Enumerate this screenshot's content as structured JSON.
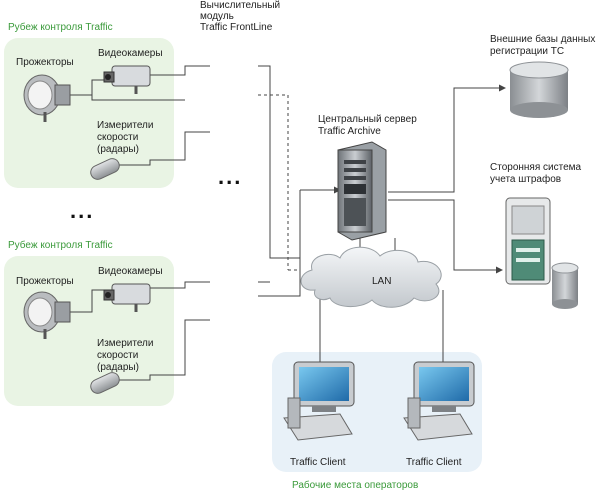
{
  "zones": [
    {
      "title": "Рубеж контроля Traffic"
    },
    {
      "title": "Рубеж контроля Traffic"
    }
  ],
  "devices": {
    "projectors": "Прожекторы",
    "cameras": "Видеокамеры",
    "radars_l1": "Измерители",
    "radars_l2": "скорости",
    "radars_l3": "(радары)"
  },
  "compute_module": {
    "l1": "Вычислительный",
    "l2": "модуль",
    "l3": "Traffic FrontLine"
  },
  "central_server": {
    "l1": "Центральный сервер",
    "l2": "Traffic Archive"
  },
  "external_db": {
    "l1": "Внешние базы данных",
    "l2": "регистрации ТС"
  },
  "fines_system": {
    "l1": "Сторонняя система",
    "l2": "учета штрафов"
  },
  "lan": "LAN",
  "clients": [
    "Traffic Client",
    "Traffic Client"
  ],
  "operators_area": "Рабочие места операторов",
  "ellipsis": "...",
  "colors": {
    "zone_bg": "#e9f4e4",
    "zone_title": "#3a9a3a",
    "operator_bg": "#e8f1f8",
    "wire": "#444444"
  }
}
